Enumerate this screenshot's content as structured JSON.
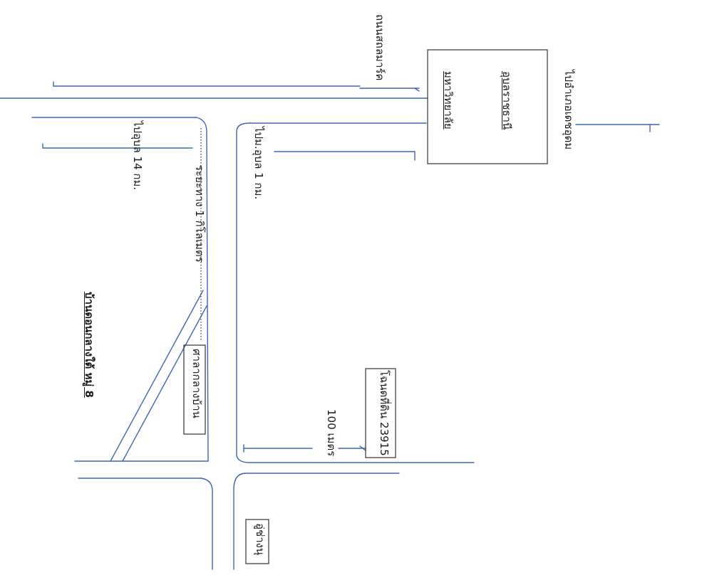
{
  "map": {
    "title": "บ้านดอนกลางใต้ หมู่ 8",
    "labels": {
      "road_name": "ถนนสถลมาร์ค",
      "university_line1": "มหาวิทยาลัย",
      "university_line2": "อุบลราชธานี",
      "to_det_udom": "ไปอำเภอเดชอุดม",
      "to_ubon_14": "ไปอุบล 14 กม.",
      "to_ubon_1": "ไปม.อุบล 1 กม.",
      "distance": "ระยะทาง 1 กิโลเมตร",
      "village_hall": "ศาลากลางบ้าน",
      "land_deed": "โฉนดที่ดิน 23915",
      "distance_100": "100 เมตร",
      "u_chang_nu": "อู่ช่างนุ"
    },
    "colors": {
      "road": "#3f63b8",
      "text": "#1a1a1a"
    }
  }
}
